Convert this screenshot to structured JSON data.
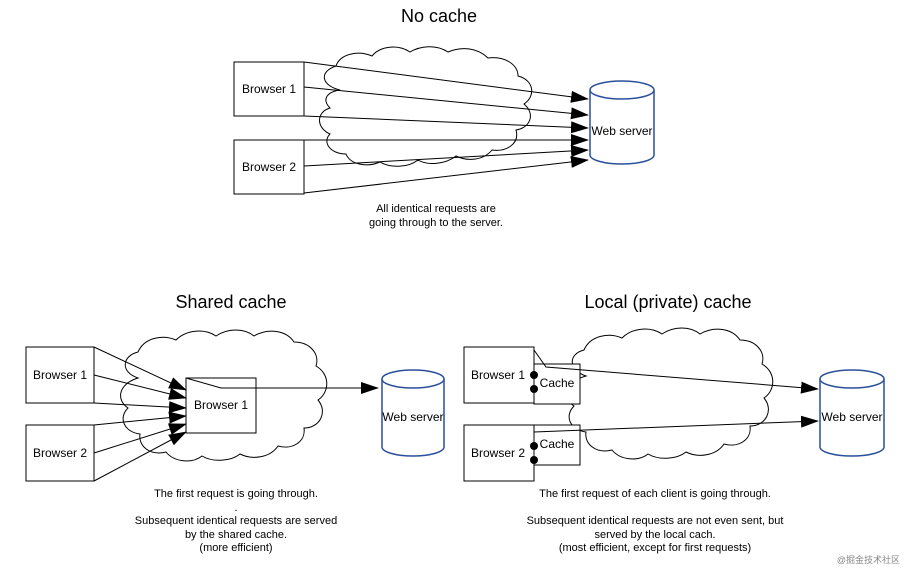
{
  "no_cache": {
    "title": "No cache",
    "browser1": "Browser 1",
    "browser2": "Browser 2",
    "server": "Web server",
    "caption": [
      "All identical requests are",
      "going through to the server."
    ]
  },
  "shared_cache": {
    "title": "Shared cache",
    "browser1": "Browser 1",
    "browser2": "Browser 2",
    "proxy": "Browser 1",
    "server": "Web server",
    "caption": [
      "The first request is going through.",
      ".",
      "Subsequent identical requests are served",
      "by the shared cache.",
      "(more efficient)"
    ]
  },
  "local_cache": {
    "title": "Local (private) cache",
    "browser1": "Browser 1",
    "browser2": "Browser 2",
    "cache1": "Cache",
    "cache2": "Cache",
    "server": "Web server",
    "caption": [
      "The first request of each client is going through.",
      "Subsequent identical requests are not even sent, but",
      "served by the local cach.",
      "(most efficient, except for first requests)"
    ]
  },
  "watermark": "@掘金技术社区"
}
